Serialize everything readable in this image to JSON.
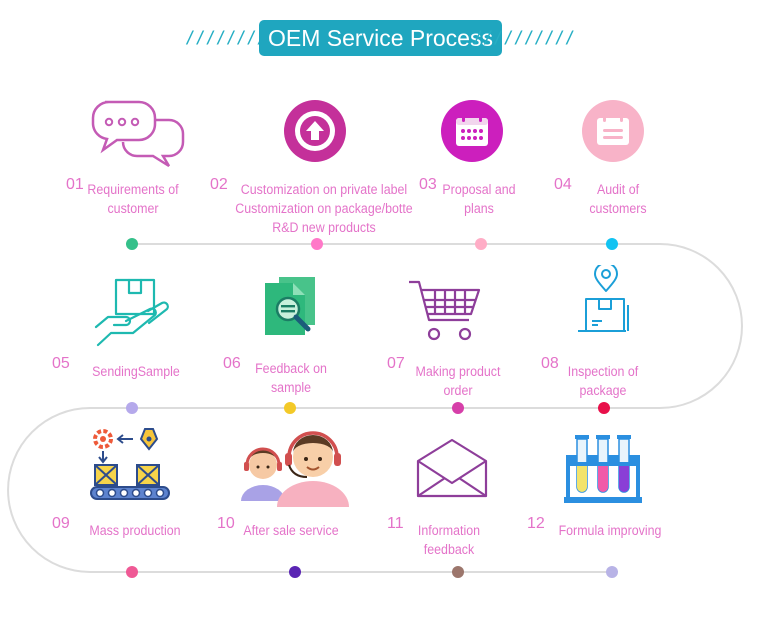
{
  "title": "OEM Service Process",
  "title_decoration": "//////////",
  "colors": {
    "accent": "#1fa6bf",
    "label": "#e473c9",
    "path": "#dcdcdc"
  },
  "steps": [
    {
      "num": "01",
      "lines": [
        "Requirements of",
        "customer"
      ],
      "icon": "chat-bubbles-icon",
      "dot": "#35c08a"
    },
    {
      "num": "02",
      "lines": [
        "Customization on private label",
        "Customization on package/botte",
        "R&D new products"
      ],
      "icon": "upload-circle-icon",
      "dot": "#ff78c8"
    },
    {
      "num": "03",
      "lines": [
        "Proposal and",
        "plans"
      ],
      "icon": "calendar-icon",
      "dot": "#ffadc6"
    },
    {
      "num": "04",
      "lines": [
        "Audit of",
        "customers"
      ],
      "icon": "note-card-icon",
      "dot": "#12c3f2"
    },
    {
      "num": "05",
      "lines": [
        "SendingSample"
      ],
      "icon": "hand-box-icon",
      "dot": "#b5a9eb"
    },
    {
      "num": "06",
      "lines": [
        "Feedback on",
        "sample"
      ],
      "icon": "document-search-icon",
      "dot": "#f3c928"
    },
    {
      "num": "07",
      "lines": [
        "Making product",
        "order"
      ],
      "icon": "shopping-cart-icon",
      "dot": "#d63fa9"
    },
    {
      "num": "08",
      "lines": [
        "Inspection of",
        "package"
      ],
      "icon": "package-location-icon",
      "dot": "#e8104a"
    },
    {
      "num": "09",
      "lines": [
        "Mass production"
      ],
      "icon": "conveyor-production-icon",
      "dot": "#ef5995"
    },
    {
      "num": "10",
      "lines": [
        "After sale service"
      ],
      "icon": "support-agents-icon",
      "dot": "#5a25b4"
    },
    {
      "num": "11",
      "lines": [
        "Information",
        "feedback"
      ],
      "icon": "envelope-icon",
      "dot": "#9c766c"
    },
    {
      "num": "12",
      "lines": [
        "Formula improving"
      ],
      "icon": "test-tubes-icon",
      "dot": "#b8b3e6"
    }
  ]
}
